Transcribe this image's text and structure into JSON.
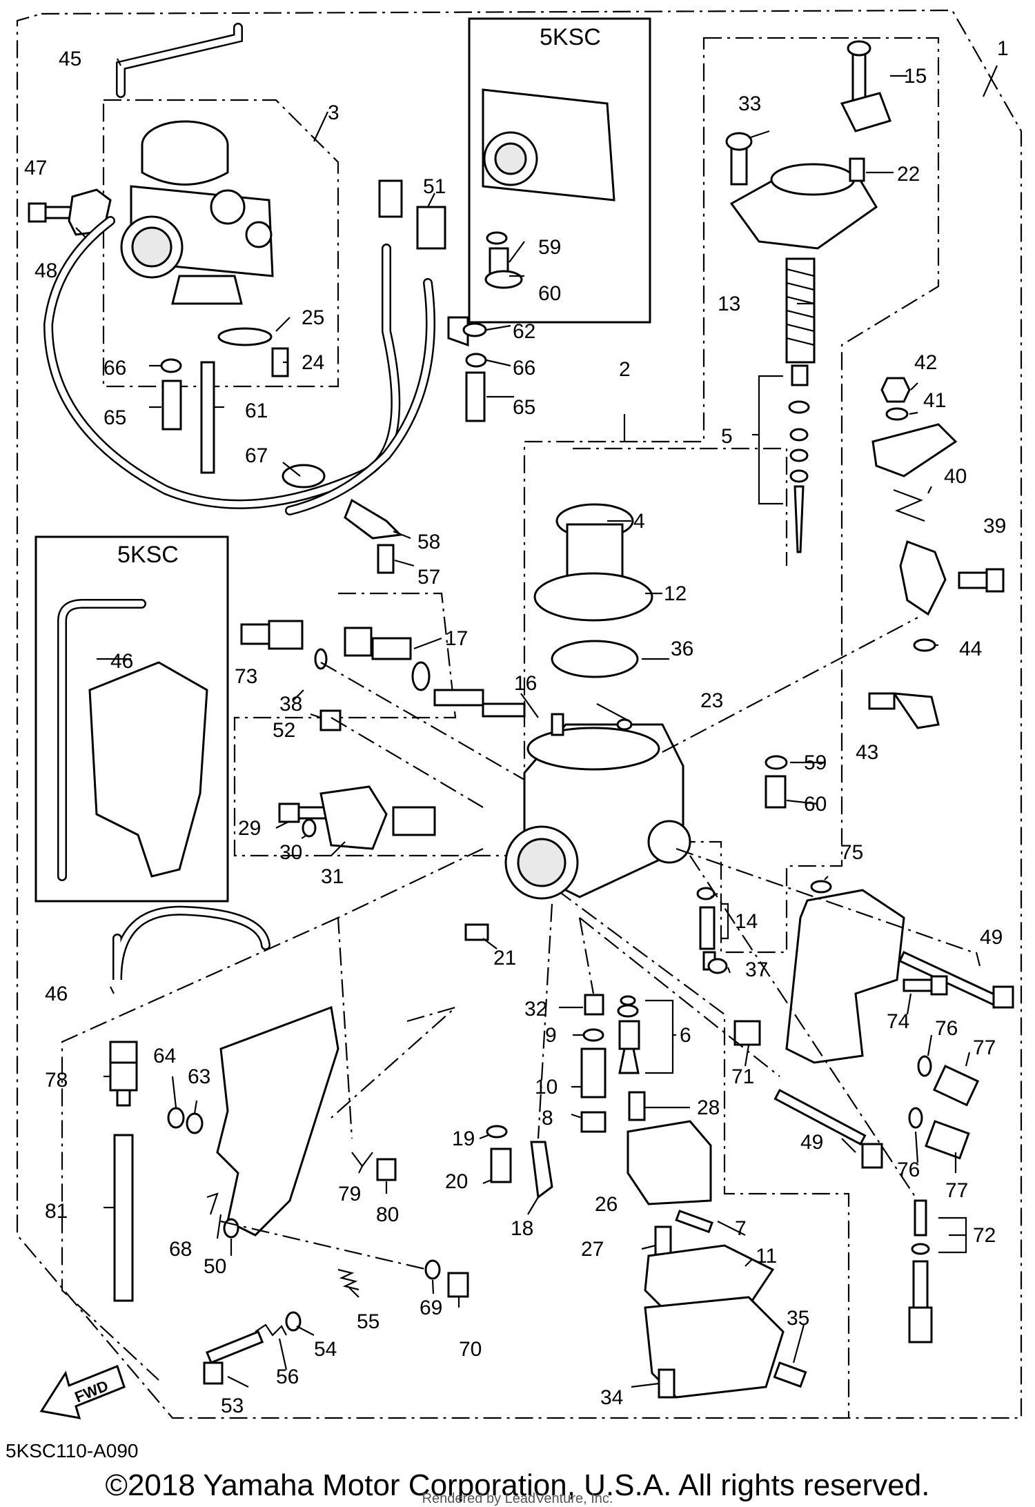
{
  "inset_top": {
    "label": "5KSC",
    "parts": [
      "59",
      "60"
    ]
  },
  "inset_left": {
    "label": "5KSC",
    "parts": [
      "46"
    ]
  },
  "part_numbers": [
    "1",
    "2",
    "3",
    "4",
    "5",
    "6",
    "7",
    "8",
    "9",
    "10",
    "11",
    "12",
    "13",
    "14",
    "15",
    "16",
    "17",
    "18",
    "19",
    "20",
    "21",
    "22",
    "23",
    "24",
    "25",
    "26",
    "27",
    "28",
    "29",
    "30",
    "31",
    "32",
    "33",
    "34",
    "35",
    "36",
    "37",
    "38",
    "39",
    "40",
    "41",
    "42",
    "43",
    "44",
    "45",
    "46",
    "47",
    "48",
    "49",
    "50",
    "51",
    "52",
    "53",
    "54",
    "55",
    "56",
    "57",
    "58",
    "59",
    "60",
    "61",
    "62",
    "63",
    "64",
    "65",
    "66",
    "67",
    "68",
    "69",
    "70",
    "71",
    "72",
    "73",
    "74",
    "75",
    "76",
    "77",
    "78",
    "79",
    "80",
    "81"
  ],
  "labels": {
    "p1": "1",
    "p2": "2",
    "p3": "3",
    "p4": "4",
    "p5": "5",
    "p6": "6",
    "p7": "7",
    "p8": "8",
    "p9": "9",
    "p10": "10",
    "p11": "11",
    "p12": "12",
    "p13": "13",
    "p14": "14",
    "p15": "15",
    "p16": "16",
    "p17": "17",
    "p18": "18",
    "p19": "19",
    "p20": "20",
    "p21": "21",
    "p22": "22",
    "p23": "23",
    "p24": "24",
    "p25": "25",
    "p26": "26",
    "p27": "27",
    "p28": "28",
    "p29": "29",
    "p30": "30",
    "p31": "31",
    "p32": "32",
    "p33": "33",
    "p34": "34",
    "p35": "35",
    "p36": "36",
    "p37": "37",
    "p38": "38",
    "p39": "39",
    "p40": "40",
    "p41": "41",
    "p42": "42",
    "p43": "43",
    "p44": "44",
    "p45": "45",
    "p46a": "46",
    "p46b": "46",
    "p47": "47",
    "p48": "48",
    "p49a": "49",
    "p49b": "49",
    "p50": "50",
    "p51": "51",
    "p52": "52",
    "p53": "53",
    "p54": "54",
    "p55": "55",
    "p56": "56",
    "p57": "57",
    "p58": "58",
    "p59a": "59",
    "p59b": "59",
    "p60a": "60",
    "p60b": "60",
    "p61": "61",
    "p62": "62",
    "p63": "63",
    "p64": "64",
    "p65a": "65",
    "p65b": "65",
    "p66a": "66",
    "p66b": "66",
    "p67": "67",
    "p68": "68",
    "p69": "69",
    "p70": "70",
    "p71": "71",
    "p72": "72",
    "p73": "73",
    "p74": "74",
    "p75": "75",
    "p76a": "76",
    "p76b": "76",
    "p77a": "77",
    "p77b": "77",
    "p78": "78",
    "p79": "79",
    "p80": "80",
    "p81": "81"
  },
  "fwd_label": "FWD",
  "diagram_code": "5KSC110-A090",
  "copyright": "©2018 Yamaha Motor Corporation, U.S.A. All rights reserved.",
  "rendered_by": "Rendered by LeadVenture, Inc."
}
